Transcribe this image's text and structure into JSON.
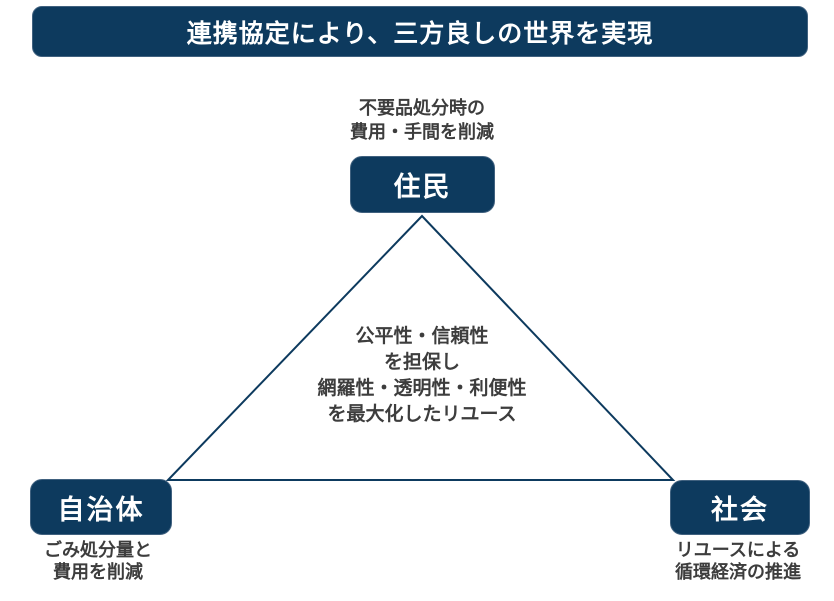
{
  "title": "連携協定により、三方良しの世界を実現",
  "colors": {
    "navy": "#0d3a5e",
    "node_border": "#40617f",
    "annotation_text": "#3d3d3d",
    "background": "#ffffff"
  },
  "nodes": {
    "resident": {
      "label": "住民",
      "note_line1": "不要品処分時の",
      "note_line2": "費用・手間を削減"
    },
    "municipality": {
      "label": "自治体",
      "note_line1": "ごみ処分量と",
      "note_line2": "費用を削減"
    },
    "society": {
      "label": "社会",
      "note_line1": "リユースによる",
      "note_line2": "循環経済の推進"
    }
  },
  "center_text": {
    "line1": "公平性・信頼性",
    "line2": "を担保し",
    "line3": "網羅性・透明性・利便性",
    "line4": "を最大化したリユース"
  }
}
